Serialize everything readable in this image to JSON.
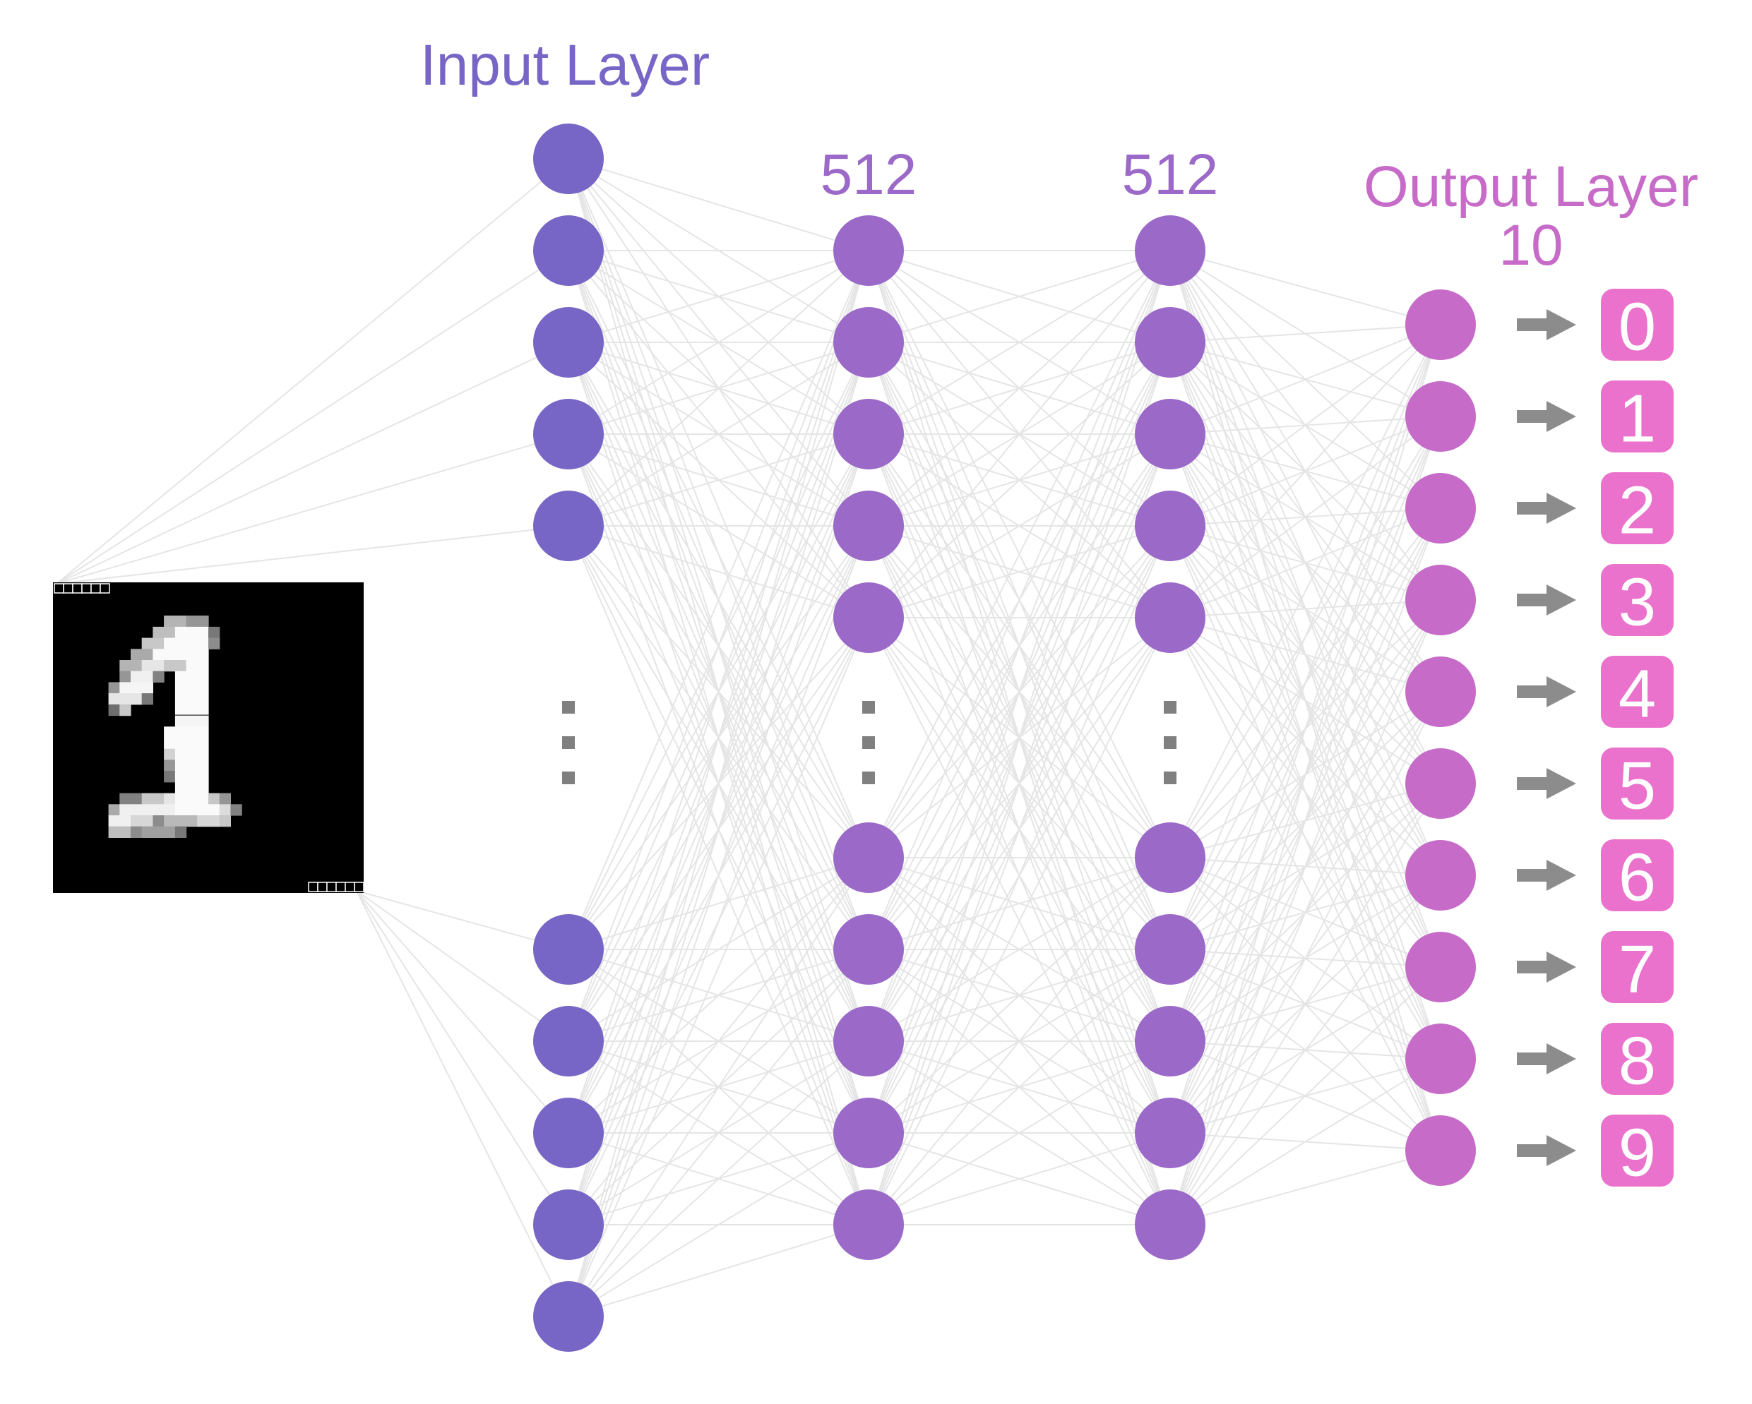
{
  "diagram": {
    "input_layer_label": "Input Layer",
    "hidden1_label": "512",
    "hidden2_label": "512",
    "output_layer_label": "Output Layer",
    "output_count_label": "10",
    "output_classes": [
      "0",
      "1",
      "2",
      "3",
      "4",
      "5",
      "6",
      "7",
      "8",
      "9"
    ],
    "input_digit_icon": "mnist-digit-1-icon",
    "colors": {
      "input_layer": "#7766c5",
      "hidden_layers": "#9b69c8",
      "output_layer": "#c66cc8",
      "output_box": "#ea72cc",
      "arrow": "#8c8c8c",
      "connections": "#e5e5e5",
      "ellipsis": "#808080",
      "image_background": "#000000"
    }
  }
}
